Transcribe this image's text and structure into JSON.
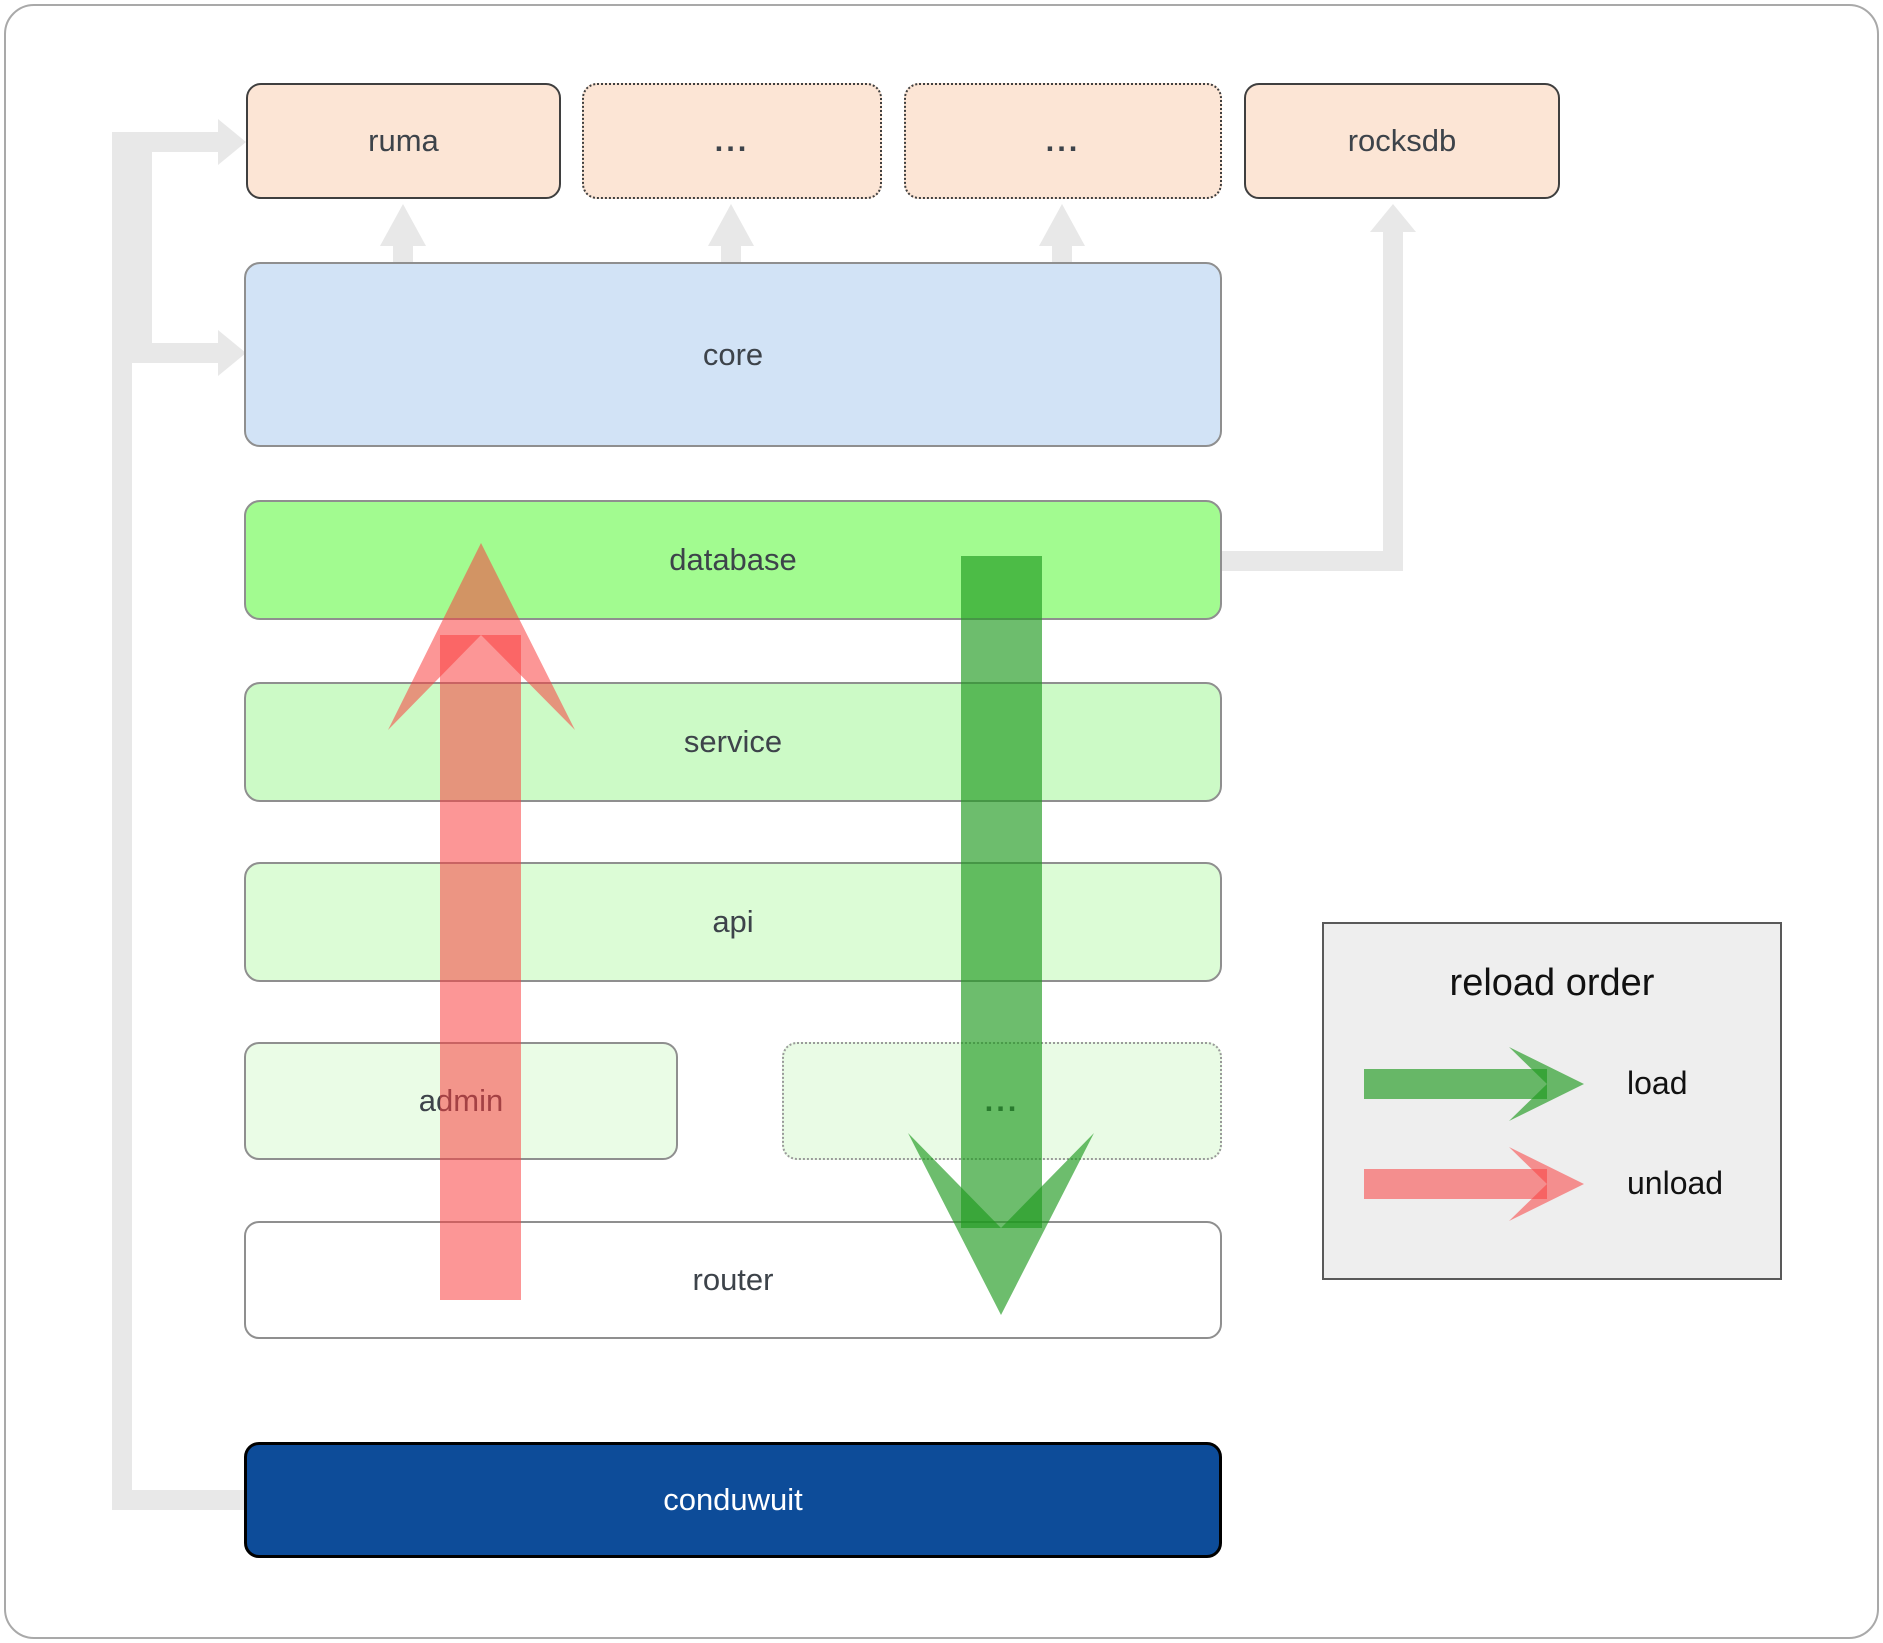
{
  "colors": {
    "canvas_bg": "#ffffff",
    "frame_border": "#a9a9a9",
    "peach_fill": "#fce5d5",
    "dark_box_border": "#3f3f3f",
    "gray_box_border": "#8f8f8f",
    "core_fill": "#d2e3f6",
    "database_fill": "#a2fb90",
    "service_fill": "#ccfac6",
    "api_fill": "#dcfcd6",
    "admin_fill": "#eafce6",
    "admin_more_fill": "#e9fbe5",
    "router_fill": "#ffffff",
    "conduwuit_fill": "#0d4c99",
    "conduwuit_text": "#ffffff",
    "label_text": "#3d434a",
    "connector_gray": "#e8e8e8",
    "arrow_green": "#1f9a1f",
    "arrow_red": "#f94040",
    "legend_bg": "#eeeeee",
    "legend_border": "#595959",
    "legend_text": "#111111"
  },
  "boxes": {
    "ruma": {
      "label": "ruma"
    },
    "crates_a": {
      "label": "..."
    },
    "crates_b": {
      "label": "..."
    },
    "rocksdb": {
      "label": "rocksdb"
    },
    "core": {
      "label": "core"
    },
    "database": {
      "label": "database"
    },
    "service": {
      "label": "service"
    },
    "api": {
      "label": "api"
    },
    "admin": {
      "label": "admin"
    },
    "admin_more": {
      "label": "..."
    },
    "router": {
      "label": "router"
    },
    "conduwuit": {
      "label": "conduwuit"
    }
  },
  "legend": {
    "title": "reload order",
    "load_label": "load",
    "unload_label": "unload"
  }
}
